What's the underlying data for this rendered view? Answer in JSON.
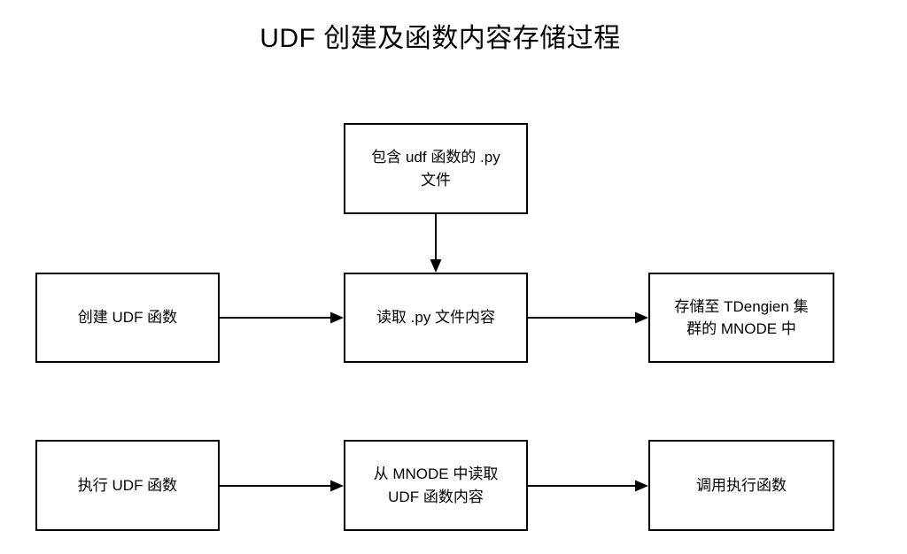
{
  "title": "UDF 创建及函数内容存储过程",
  "diagram": {
    "nodes": {
      "py_file": [
        "包含 udf 函数的 .py",
        "文件"
      ],
      "create_udf": "创建 UDF 函数",
      "read_py": "读取 .py 文件内容",
      "store_mnode": [
        "存储至 TDengien 集",
        "群的 MNODE 中"
      ],
      "exec_udf": "执行 UDF 函数",
      "read_mnode": [
        "从 MNODE 中读取",
        "UDF 函数内容"
      ],
      "call_exec": "调用执行函数"
    },
    "edges": [
      {
        "from": "py_file",
        "to": "read_py",
        "direction": "down"
      },
      {
        "from": "create_udf",
        "to": "read_py",
        "direction": "right"
      },
      {
        "from": "read_py",
        "to": "store_mnode",
        "direction": "right"
      },
      {
        "from": "exec_udf",
        "to": "read_mnode",
        "direction": "right"
      },
      {
        "from": "read_mnode",
        "to": "call_exec",
        "direction": "right"
      }
    ],
    "colors": {
      "border": "#000000",
      "fill": "#ffffff",
      "text": "#000000",
      "arrow": "#000000"
    }
  }
}
